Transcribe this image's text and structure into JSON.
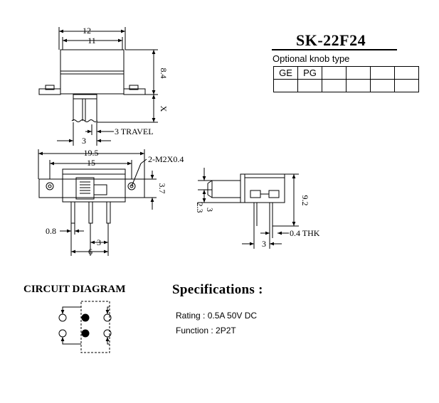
{
  "title": "SK-22F24",
  "knob": {
    "caption": "Optional knob type",
    "types": [
      "GE",
      "PG",
      "",
      "",
      "",
      ""
    ]
  },
  "dimensions": {
    "top_width_outer": "12",
    "top_width_inner": "11",
    "body_height": "8.4",
    "knob_x": "X",
    "knob_width": "3",
    "travel": "3 TRAVEL",
    "overall_length": "19.5",
    "mount_span": "15",
    "screw": "2-M2X0.4",
    "mount_height": "3.7",
    "pin_width": "0.8",
    "pin_pitch": "3",
    "pin_span": "6",
    "side_height_a": "2.3",
    "side_height_b": "3",
    "side_height_total": "9.2",
    "side_pin_pitch": "3",
    "thickness": "0.4 THK"
  },
  "circuit": {
    "title": "CIRCUIT DIAGRAM"
  },
  "specifications": {
    "title": "Specifications :",
    "rating": "Rating : 0.5A 50V DC",
    "function": "Function : 2P2T"
  }
}
